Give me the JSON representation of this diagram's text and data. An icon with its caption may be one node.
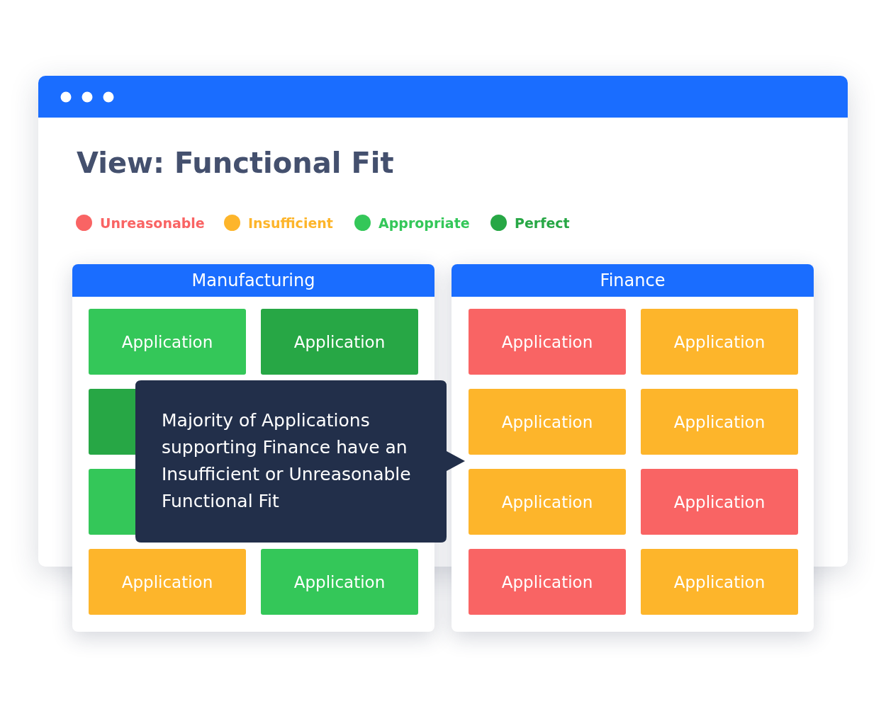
{
  "diagram": {
    "title": "View: Functional Fit",
    "nodes": [
      {
        "text": [],
        "shape": "box"
      },
      {
        "text": [
          "Manufacturing"
        ]
      },
      {
        "text": [
          "Application"
        ],
        "in": 1
      },
      {
        "text": [
          "Application"
        ],
        "in": 1
      },
      {
        "text": [],
        "shape": "box",
        "in": 1
      },
      {
        "text": [],
        "shape": "box",
        "in": 1
      },
      {
        "text": [
          "Application"
        ],
        "in": 1
      },
      {
        "text": [
          "Application"
        ],
        "in": 1
      },
      {
        "text": [
          "Finance"
        ]
      },
      {
        "text": [
          "Application"
        ],
        "in": 8
      },
      {
        "text": [
          "Application"
        ],
        "in": 8
      },
      {
        "text": [
          "Application"
        ],
        "in": 8
      },
      {
        "text": [
          "Application"
        ],
        "in": 8
      },
      {
        "text": [
          "Application"
        ],
        "in": 8
      },
      {
        "text": [
          "Application"
        ],
        "in": 8
      },
      {
        "text": [
          "Application"
        ],
        "in": 8
      },
      {
        "text": [
          "Application"
        ],
        "in": 8
      },
      {
        "text": [
          "Majority of Applications supporting Finance have an Insufficient or Unreasonable Functional Fit"
        ],
        "in": 0
      }
    ],
    "edges": [],
    "legend": [
      {
        "text": "Unreasonable",
        "color": "#f96464"
      },
      {
        "text": "Insufficient",
        "color": "#fdb52b"
      },
      {
        "text": "Appropriate",
        "color": "#34c759"
      },
      {
        "text": "Perfect",
        "color": "#27a745"
      }
    ]
  }
}
